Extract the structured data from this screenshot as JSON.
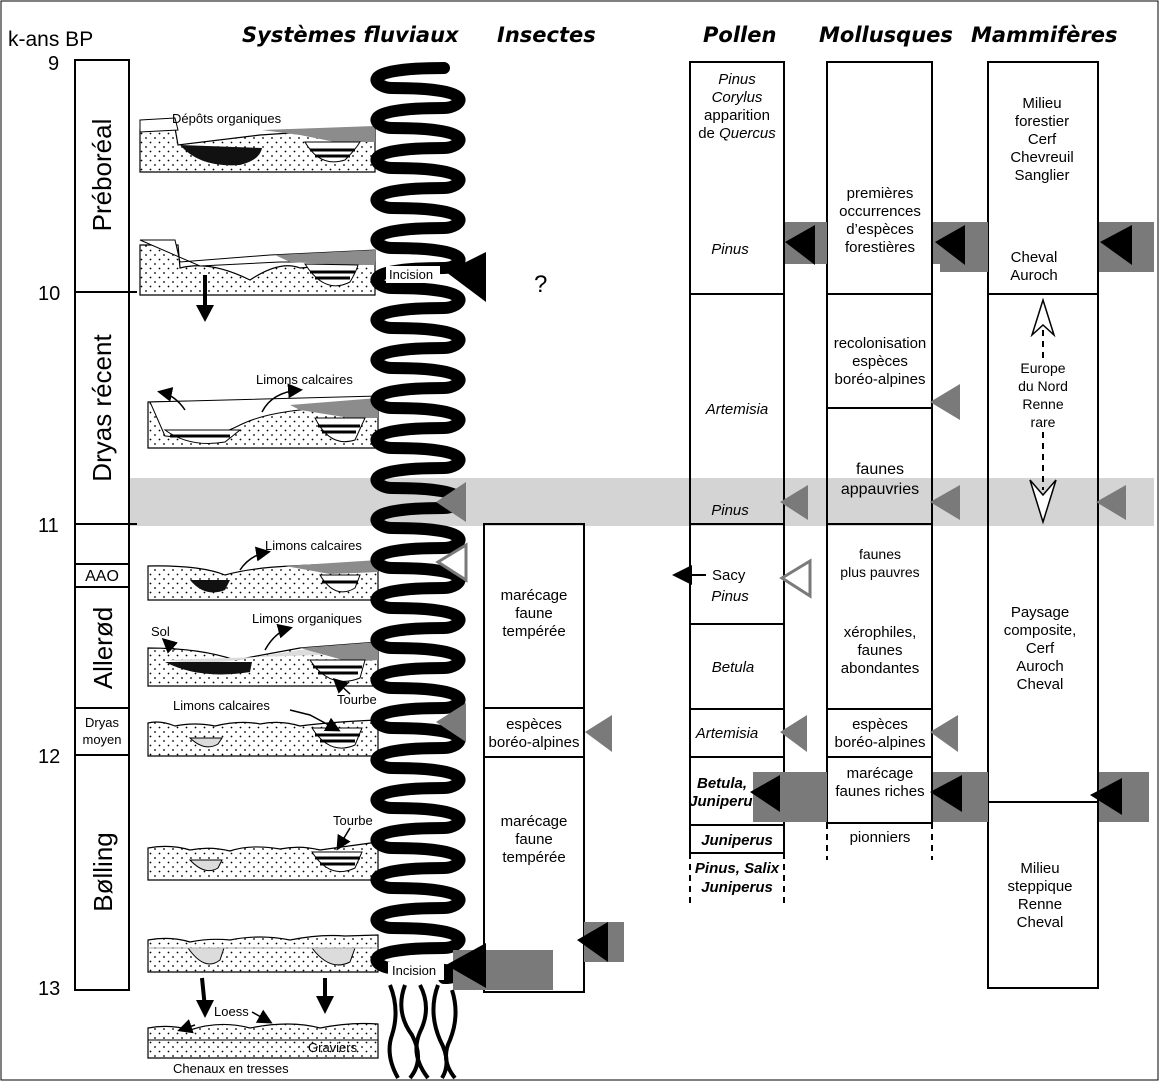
{
  "axis": {
    "unit_label": "k-ans BP",
    "ticks": [
      "9",
      "10",
      "11",
      "12",
      "13"
    ]
  },
  "headers": {
    "fluvial": "Systèmes fluviaux",
    "insects": "Insectes",
    "pollen": "Pollen",
    "molluscs": "Mollusques",
    "mammals": "Mammifères"
  },
  "periods": {
    "preboreal": "Préboréal",
    "dryas_recent": "Dryas récent",
    "aao": "AAO",
    "allerod": "Allerød",
    "dryas_moyen_1": "Dryas",
    "dryas_moyen_2": "moyen",
    "bolling": "Bølling"
  },
  "fluvial": {
    "organic_deposits": "Dépôts organiques",
    "incision": "Incision",
    "limons_calcaires": "Limons calcaires",
    "limons_organiques": "Limons organiques",
    "sol": "Sol",
    "tourbe": "Tourbe",
    "loess": "Loess",
    "graviers": "Graviers",
    "chenaux": "Chenaux en tresses"
  },
  "insects": {
    "unknown": "?",
    "b1_l1": "marécage",
    "b1_l2": "faune",
    "b1_l3": "tempérée",
    "b2_l1": "espèces",
    "b2_l2": "boréo-alpines",
    "b3_l1": "marécage",
    "b3_l2": "faune",
    "b3_l3": "tempérée"
  },
  "pollen": {
    "p1_l1": "Pinus",
    "p1_l2": "Corylus",
    "p1_l3": "apparition",
    "p1_l4a": "de ",
    "p1_l4b": "Quercus",
    "p2": "Pinus",
    "p3": "Artemisia",
    "p4": "Pinus",
    "sacy": "Sacy",
    "p5": "Pinus",
    "p6": "Betula",
    "p7": "Artemisia",
    "p8_l1": "Betula,",
    "p8_l2": "Juniperus",
    "p9": "Juniperus",
    "p10_l1": "Pinus, Salix",
    "p10_l2": "Juniperus"
  },
  "molluscs": {
    "m1_l1": "premières",
    "m1_l2": "occurrences",
    "m1_l3": "d’espèces",
    "m1_l4": "forestières",
    "m2_l1": "recolonisation",
    "m2_l2": "espèces",
    "m2_l3": "boréo-alpines",
    "m3_l1": "faunes",
    "m3_l2": "appauvries",
    "m4_l1": "faunes",
    "m4_l2": "plus pauvres",
    "m5_l1": "xérophiles,",
    "m5_l2": "faunes",
    "m5_l3": "abondantes",
    "m6_l1": "espèces",
    "m6_l2": "boréo-alpines",
    "m7_l1": "marécage",
    "m7_l2": "faunes riches",
    "m8": "pionniers"
  },
  "mammals": {
    "a1_l1": "Milieu",
    "a1_l2": "forestier",
    "a1_l3": "Cerf",
    "a1_l4": "Chevreuil",
    "a1_l5": "Sanglier",
    "a2_l1": "Cheval",
    "a2_l2": "Auroch",
    "a3_l1": "Europe",
    "a3_l2": "du Nord",
    "a3_l3": "Renne",
    "a3_l4": "rare",
    "a4_l1": "Paysage",
    "a4_l2": "composite,",
    "a4_l3": "Cerf",
    "a4_l4": "Auroch",
    "a4_l5": "Cheval",
    "a5_l1": "Milieu",
    "a5_l2": "steppique",
    "a5_l3": "Renne",
    "a5_l4": "Cheval"
  },
  "colors": {
    "band": "#d4d4d4",
    "marker_gray": "#7a7a7a",
    "marker_black": "#000000",
    "peat": "#111111",
    "organic": "#8c8c8c",
    "calc_silt": "#dcdcdc"
  }
}
